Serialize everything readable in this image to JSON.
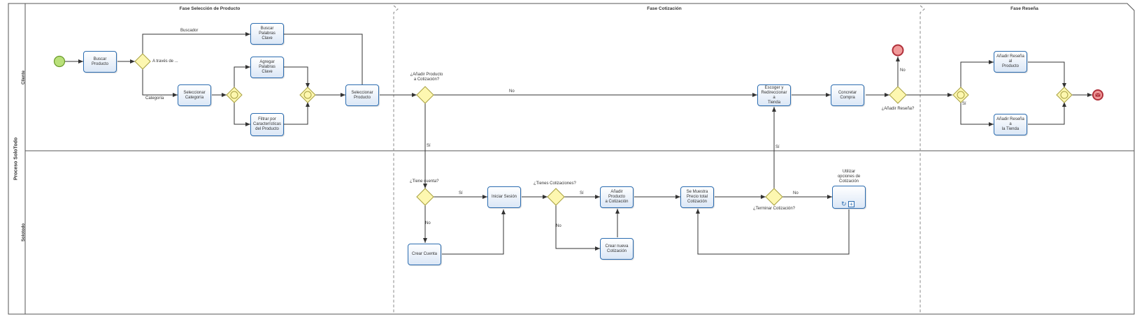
{
  "pool": {
    "name": "Proceso SoloTodo"
  },
  "lanes": {
    "cliente": "Cliente",
    "solotodo": "Solotodo"
  },
  "phases": {
    "seleccion": "Fase Selección de Producto",
    "cotizacion": "Fase Cotización",
    "resena": "Fase Reseña"
  },
  "tasks": {
    "buscar_producto": "Buscar Producto",
    "buscar_palabras": "Buscar Palabras\nClave",
    "agregar_palabras": "Agregar Palabras\nClave",
    "seleccionar_categoria": "Seleccionar\nCategoría",
    "filtrar": "Filtrar por\nCaracterísticas\ndel Producto",
    "seleccionar_producto": "Seleccionar\nProducto",
    "escoger": "Escoger y\nRedireccionar a\nTienda",
    "concretar": "Concretar\nCompra",
    "resena_producto": "Añadir Reseña al\nProducto",
    "resena_tienda": "Añadir Reseña a\nla Tienda",
    "iniciar_sesion": "Iniciar Sesión",
    "crear_cuenta": "Crear Cuenta",
    "anadir_cotizacion": "Añadir Producto\na Cotización",
    "crear_cotizacion": "Crear nueva\nCotización",
    "precio_total": "Se Muestra\nPrecio total\nCotización",
    "utilizar_opciones": "Utilizar\nopciones de\nCotización"
  },
  "gateways": {
    "a_traves": "A través de ...",
    "anadir_producto_q": "¿Añadir Producto\na Cotización?",
    "anadir_resena_q": "¿Añadir Reseña?",
    "tiene_cuenta_q": "¿Tiene cuenta?",
    "tienes_cotizaciones_q": "¿Tienes Cotizaciones?",
    "terminar_q": "¿Terminar Cotización?"
  },
  "flow_labels": {
    "buscador": "Buscador",
    "categoria": "Categoría",
    "no_main": "No",
    "no_resena": "No",
    "si_resena": "Sí",
    "si_cotizacion": "Sí",
    "si_cuenta": "Sí",
    "no_cuenta": "No",
    "si_cotizaciones": "Sí",
    "no_cotizaciones": "No",
    "si_terminar": "Sí",
    "no_terminar": "No"
  },
  "colors": {
    "start": "#b9e07a",
    "end": "#f19a9a",
    "gateway": "#fdf7b0",
    "task_border": "#2b6cb0",
    "line": "#333333"
  }
}
